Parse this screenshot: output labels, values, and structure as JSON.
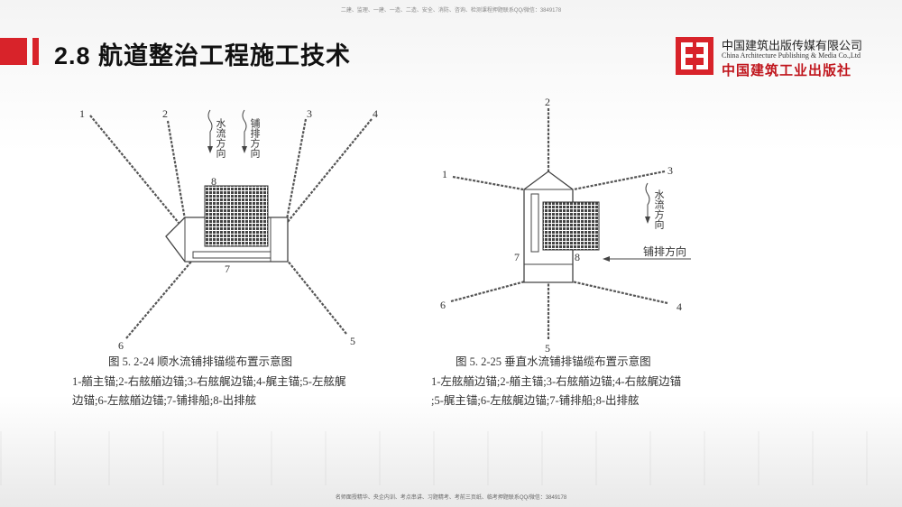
{
  "header": {
    "top_note": "二建、监理、一建、一造、二造、安全、消防、咨询、检测课程押题联系QQ/微信：3849178",
    "title": "2.8  航道整治工程施工技术",
    "publisher_cn": "中国建筑出版传媒有限公司",
    "publisher_en": "China Architecture Publishing & Media Co.,Ltd",
    "publisher_cn2": "中国建筑工业出版社"
  },
  "figure_left": {
    "labels": {
      "n1": "1",
      "n2": "2",
      "n3": "3",
      "n4": "4",
      "n5": "5",
      "n6": "6",
      "n7": "7",
      "n8": "8"
    },
    "flow_text": "水流方向",
    "lay_text": "铺排方向",
    "caption_title": "图 5. 2-24   顺水流铺排锚缆布置示意图",
    "caption_line1": "1-艏主锚;2-右舷艏边锚;3-右舷艉边锚;4-艉主锚;5-左舷艉",
    "caption_line2": "边锚;6-左舷艏边锚;7-铺排船;8-出排舷"
  },
  "figure_right": {
    "labels": {
      "n1": "1",
      "n2": "2",
      "n3": "3",
      "n4": "4",
      "n5": "5",
      "n6": "6",
      "n7": "7",
      "n8": "8"
    },
    "flow_text": "水流方向",
    "lay_text": "铺排方向",
    "caption_title": "图 5. 2-25   垂直水流铺排锚缆布置示意图",
    "caption_line1": "1-左舷艏边锚;2-艏主锚;3-右舷艏边锚;4-右舷艉边锚",
    "caption_line2": ";5-艉主锚;6-左舷艉边锚;7-铺排船;8-出排舷"
  },
  "footer": {
    "bottom_note": "名师面授精华、央企内训、考点串讲、习题精考、考前三页纸、临考押题联系QQ/微信：3849178"
  }
}
